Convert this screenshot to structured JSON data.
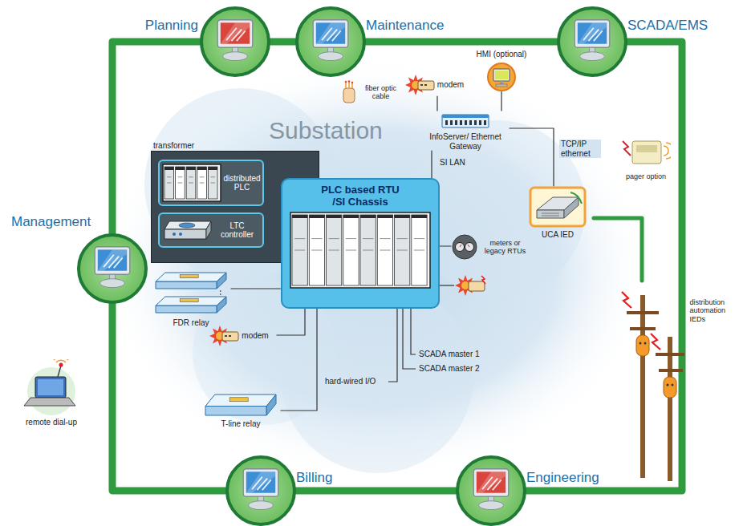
{
  "diagram": {
    "nodes": [
      {
        "text": [
          "Planning"
        ]
      },
      {
        "text": [
          "Maintenance"
        ]
      },
      {
        "text": [
          "SCADA/EMS"
        ]
      },
      {
        "text": [
          "Management"
        ]
      },
      {
        "text": [
          "Billing"
        ]
      },
      {
        "text": [
          "Engineering"
        ]
      },
      {
        "text": [
          "transformer"
        ]
      },
      {
        "text": [
          "distributed PLC"
        ],
        "in": 6
      },
      {
        "text": [
          "LTC controller"
        ],
        "in": 6
      },
      {
        "text": [
          "PLC based RTU /SI Chassis"
        ]
      },
      {
        "text": [
          "HMI (optional)"
        ]
      },
      {
        "text": [
          "InfoServer/ Ethernet Gateway"
        ]
      },
      {
        "text": [
          "modem"
        ]
      },
      {
        "text": [
          "UCA IED"
        ]
      },
      {
        "text": [
          "meters or legacy RTUs"
        ]
      },
      {
        "text": [
          "FDR relay"
        ]
      },
      {
        "text": [
          "modem"
        ]
      },
      {
        "text": [
          "T-line relay"
        ]
      },
      {
        "text": [
          "distribution automation IEDs"
        ]
      },
      {
        "text": [
          "remote dial-up"
        ]
      },
      {
        "text": [
          "pager option"
        ]
      },
      {
        "text": [
          "fiber optic cable"
        ]
      }
    ],
    "edges": [
      {
        "from": 0,
        "to": 1,
        "arrow": "none"
      },
      {
        "from": 1,
        "to": 2,
        "arrow": "none"
      },
      {
        "from": 2,
        "to": 5,
        "arrow": "none"
      },
      {
        "from": 5,
        "to": 4,
        "arrow": "none"
      },
      {
        "from": 4,
        "to": 3,
        "arrow": "none"
      },
      {
        "from": 3,
        "to": 0,
        "arrow": "none"
      },
      {
        "from": 9,
        "to": 7,
        "arrow": "none"
      },
      {
        "from": 9,
        "to": 8,
        "arrow": "none"
      },
      {
        "from": 9,
        "to": 15,
        "arrow": "none"
      },
      {
        "from": 9,
        "to": 16,
        "arrow": "none"
      },
      {
        "from": 9,
        "to": 17,
        "arrow": "none"
      },
      {
        "from": 9,
        "to": 14,
        "arrow": "none"
      },
      {
        "from": 9,
        "to": 11,
        "label": "SI LAN",
        "arrow": "none"
      },
      {
        "from": 11,
        "to": 12,
        "arrow": "none"
      },
      {
        "from": 11,
        "to": 10,
        "arrow": "none"
      },
      {
        "from": 11,
        "to": 13,
        "label": "TCP/IP ethernet",
        "arrow": "none"
      },
      {
        "from": 13,
        "to": 18,
        "arrow": "none"
      }
    ],
    "labels": [
      "Substation",
      "hard-wired I/O",
      "SCADA master 1",
      "SCADA master 2"
    ]
  }
}
